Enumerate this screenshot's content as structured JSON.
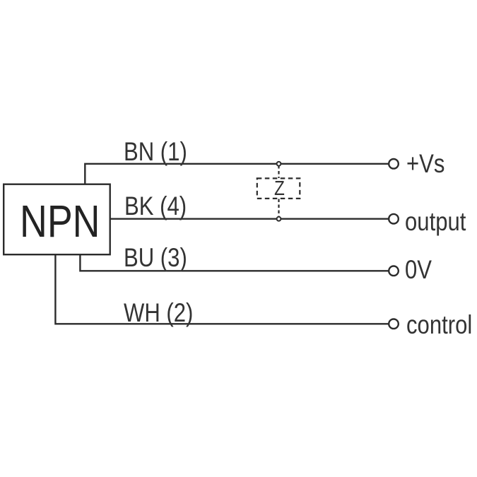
{
  "colors": {
    "stroke": "#2b2b2b",
    "text": "#333333",
    "background": "#ffffff"
  },
  "device": {
    "label": "NPN"
  },
  "load": {
    "label": "Z"
  },
  "wires": [
    {
      "label": "BN (1)",
      "terminal": "+Vs"
    },
    {
      "label": "BK (4)",
      "terminal": "output"
    },
    {
      "label": "BU (3)",
      "terminal": "0V"
    },
    {
      "label": "WH (2)",
      "terminal": "control"
    }
  ]
}
